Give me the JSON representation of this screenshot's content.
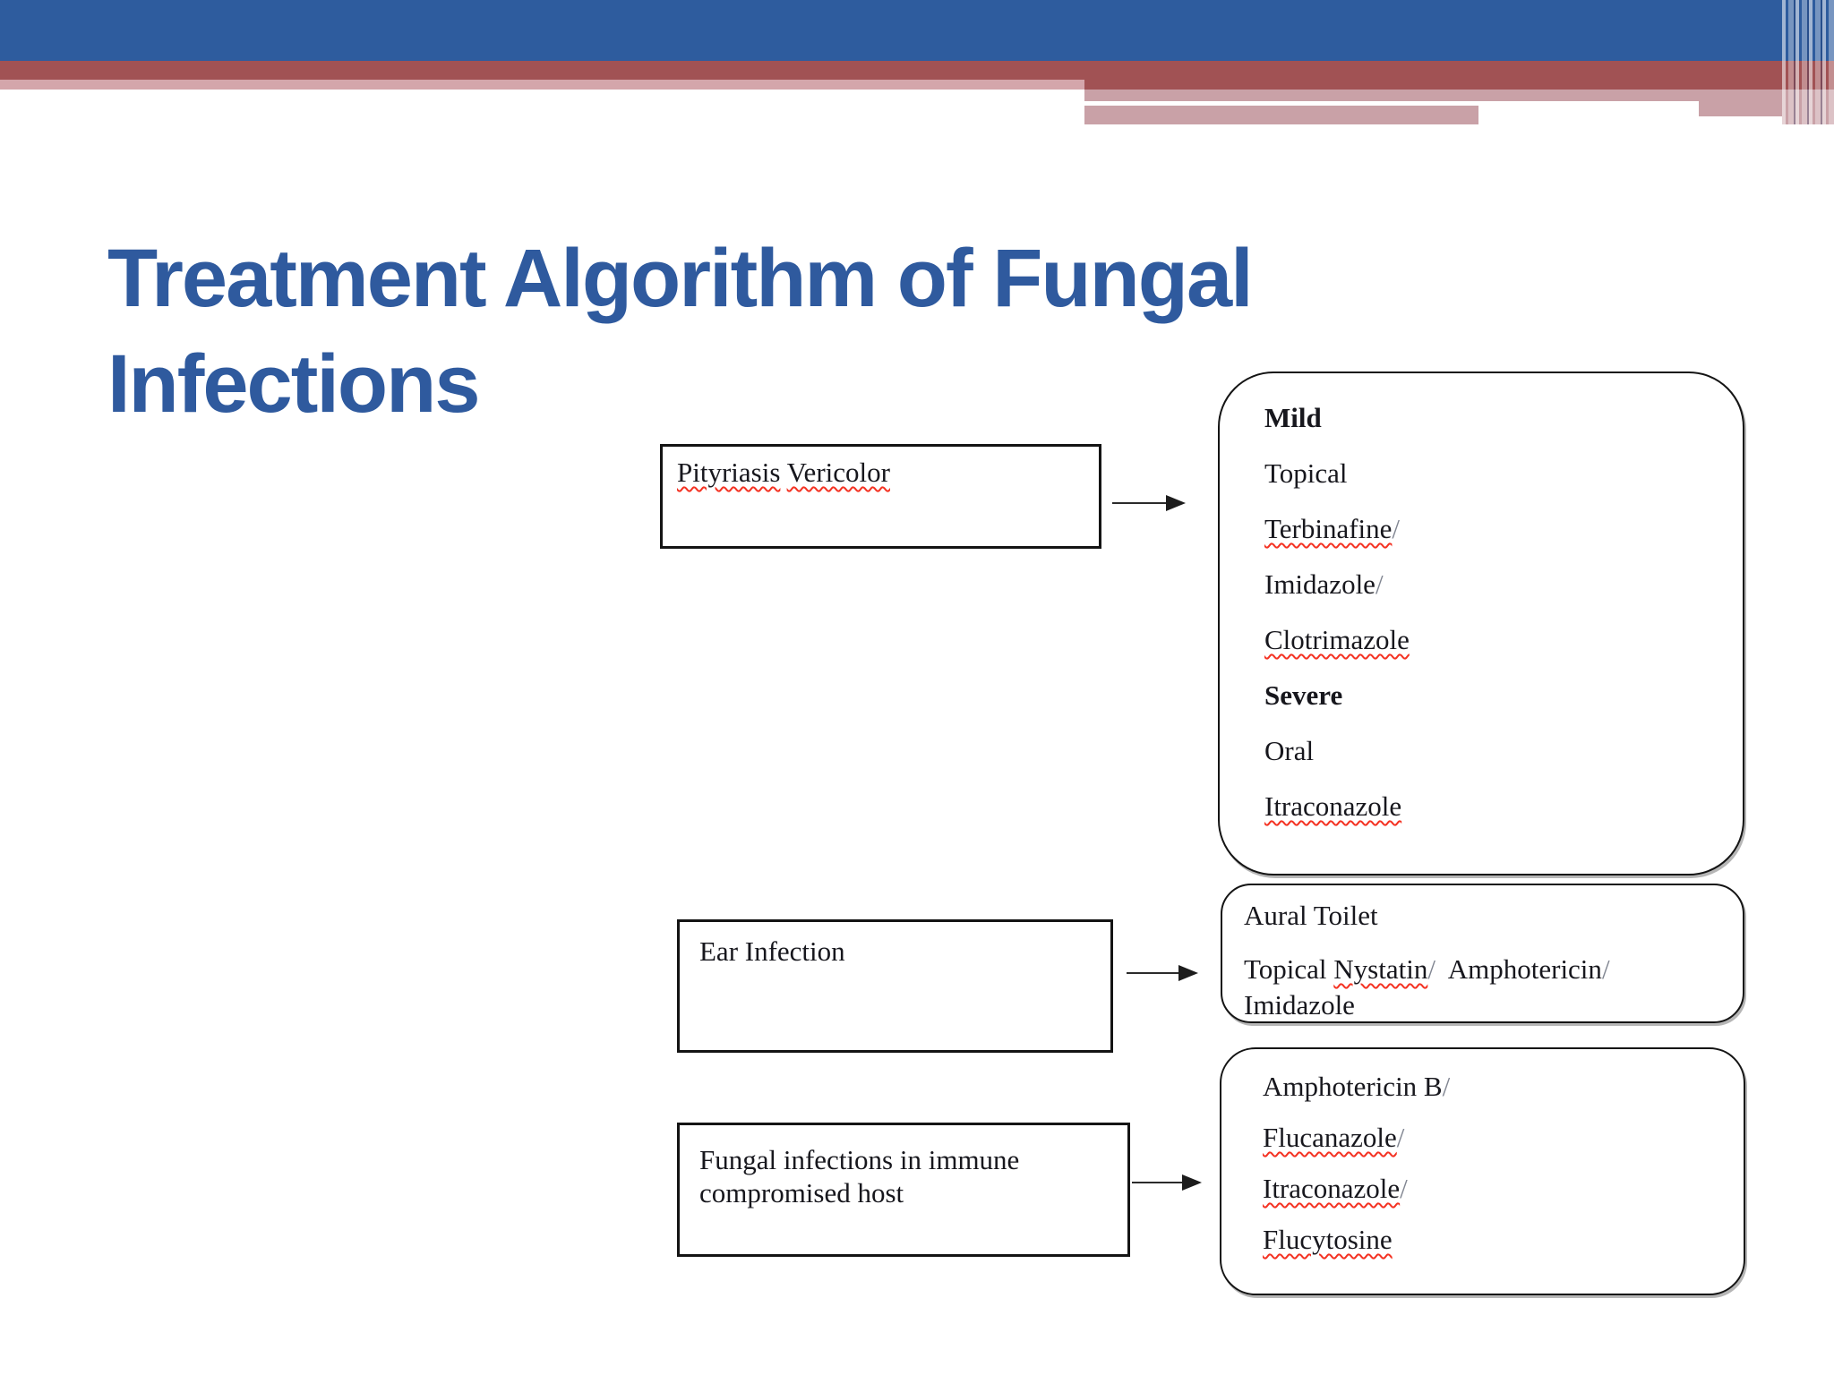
{
  "slide": {
    "title_lines": [
      "Treatment Algorithm of Fungal",
      "Infections"
    ]
  },
  "colors": {
    "header_blue": "#2e5c9e",
    "header_maroon": "#a15254",
    "header_pink_left": "#d4a6ab",
    "header_pink_step": "#c9a1a7",
    "title_blue": "#2f5a9e",
    "spellcheck_squiggle_red": "#f43222",
    "body_text": "#17171d"
  },
  "flow": {
    "box1": {
      "seg": [
        "Pityriasis",
        " ",
        "Vericolor"
      ],
      "misspelled": [
        true,
        false,
        true
      ]
    },
    "box2": {
      "label": "Ear Infection"
    },
    "box3": {
      "lines": [
        "Fungal infections in immune",
        "compromised host"
      ]
    },
    "rect1": {
      "lines": [
        {
          "t": "Mild",
          "bold": true
        },
        {
          "t": "Topical"
        },
        {
          "t": "Terbinafine",
          "sq": true,
          "slash": "/"
        },
        {
          "t": "Imidazole",
          "slash": "/"
        },
        {
          "t": "Clotrimazole",
          "sq": true
        },
        {
          "t": "Severe",
          "bold": true
        },
        {
          "t": "Oral"
        },
        {
          "t": "Itraconazole",
          "sq": true
        }
      ]
    },
    "rect2": {
      "line1": "Aural Toilet",
      "para": [
        "Topical ",
        "Nystatin",
        "/",
        "  Amphotericin",
        "/",
        " Imidazole"
      ],
      "para_misspelled": [
        false,
        true,
        false,
        false,
        false,
        false
      ]
    },
    "rect3": {
      "lines": [
        {
          "t": "Amphotericin B",
          "slash": "/"
        },
        {
          "t": "Flucanazole",
          "sq": true,
          "slash": "/"
        },
        {
          "t": "Itraconazole",
          "sq": true,
          "slash": "/"
        },
        {
          "t": "Flucytosine",
          "sq": true
        }
      ]
    }
  }
}
